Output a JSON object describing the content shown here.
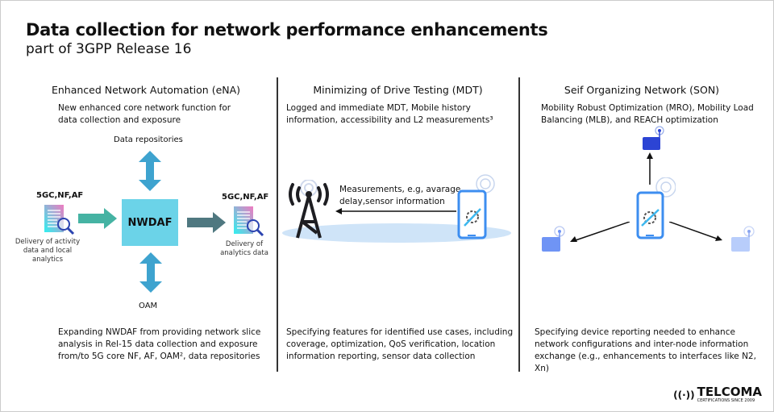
{
  "header": {
    "title": "Data collection for network performance enhancements",
    "subtitle": "part of 3GPP Release 16"
  },
  "columns": [
    {
      "heading": "Enhanced Network Automation (eNA)",
      "intro": "New enhanced core network function for data collection and exposure",
      "diagram": {
        "top": "Data repositories",
        "bottom": "OAM",
        "center": "NWDAF",
        "left_label": "5GC,NF,AF",
        "left_caption": "Delivery of activity data and local analytics",
        "right_label": "5GC,NF,AF",
        "right_caption": "Delivery of analytics data"
      },
      "footer": "Expanding NWDAF from providing network slice analysis in Rel-15 data collection and exposure from/to 5G core NF, AF, OAM², data repositories"
    },
    {
      "heading": "Minimizing of Drive Testing (MDT)",
      "intro": "Logged and immediate MDT, Mobile history information, accessibility and L2 measurements³",
      "diagram": {
        "arrow_label": "Measurements, e.g, avarage delay,sensor information"
      },
      "footer": "Specifying features for identified use cases, including coverage, optimization, QoS verification, location information reporting, sensor data collection"
    },
    {
      "heading": "Seif Organizing Network (SON)",
      "intro": "Mobility Robust Optimization (MRO), Mobility Load Balancing (MLB), and REACH optimization",
      "footer": "Specifying device reporting needed to enhance network configurations and inter-node information exchange (e.g., enhancements to interfaces like N2, Xn)"
    }
  ],
  "logo": {
    "name": "TELCOMA",
    "tagline": "CERTIFICATIONS SINCE 2009"
  },
  "colors": {
    "nwdaf": "#6bd3e8",
    "vertical_arrow": "#3ea3cf",
    "input_arrow": "#45b3a3",
    "output_arrow": "#4f7880",
    "phone": "#3d8ef0",
    "router_dark": "#2c44d4",
    "router_mid": "#6f94f5",
    "router_light": "#b8cdfb"
  }
}
